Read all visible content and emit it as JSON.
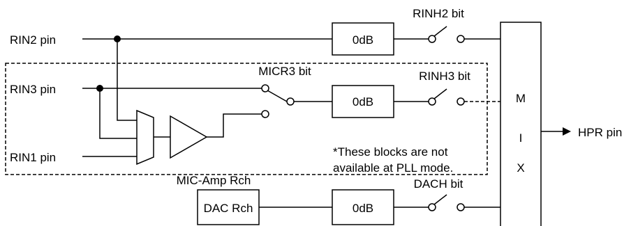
{
  "pins": {
    "rin2": "RIN2 pin",
    "rin3": "RIN3 pin",
    "rin1": "RIN1 pin",
    "hpr": "HPR pin"
  },
  "bits": {
    "rinh2": "RINH2 bit",
    "micr3": "MICR3 bit",
    "rinh3": "RINH3 bit",
    "dach": "DACH bit"
  },
  "blocks": {
    "gain_rin2": "0dB",
    "gain_rin3": "0dB",
    "gain_dac": "0dB",
    "dac": "DAC Rch",
    "mic_amp": "MIC-Amp Rch"
  },
  "mixer": {
    "letters": [
      "M",
      "I",
      "X"
    ]
  },
  "note": {
    "line1": "*These blocks are not",
    "line2": "available at PLL mode."
  }
}
